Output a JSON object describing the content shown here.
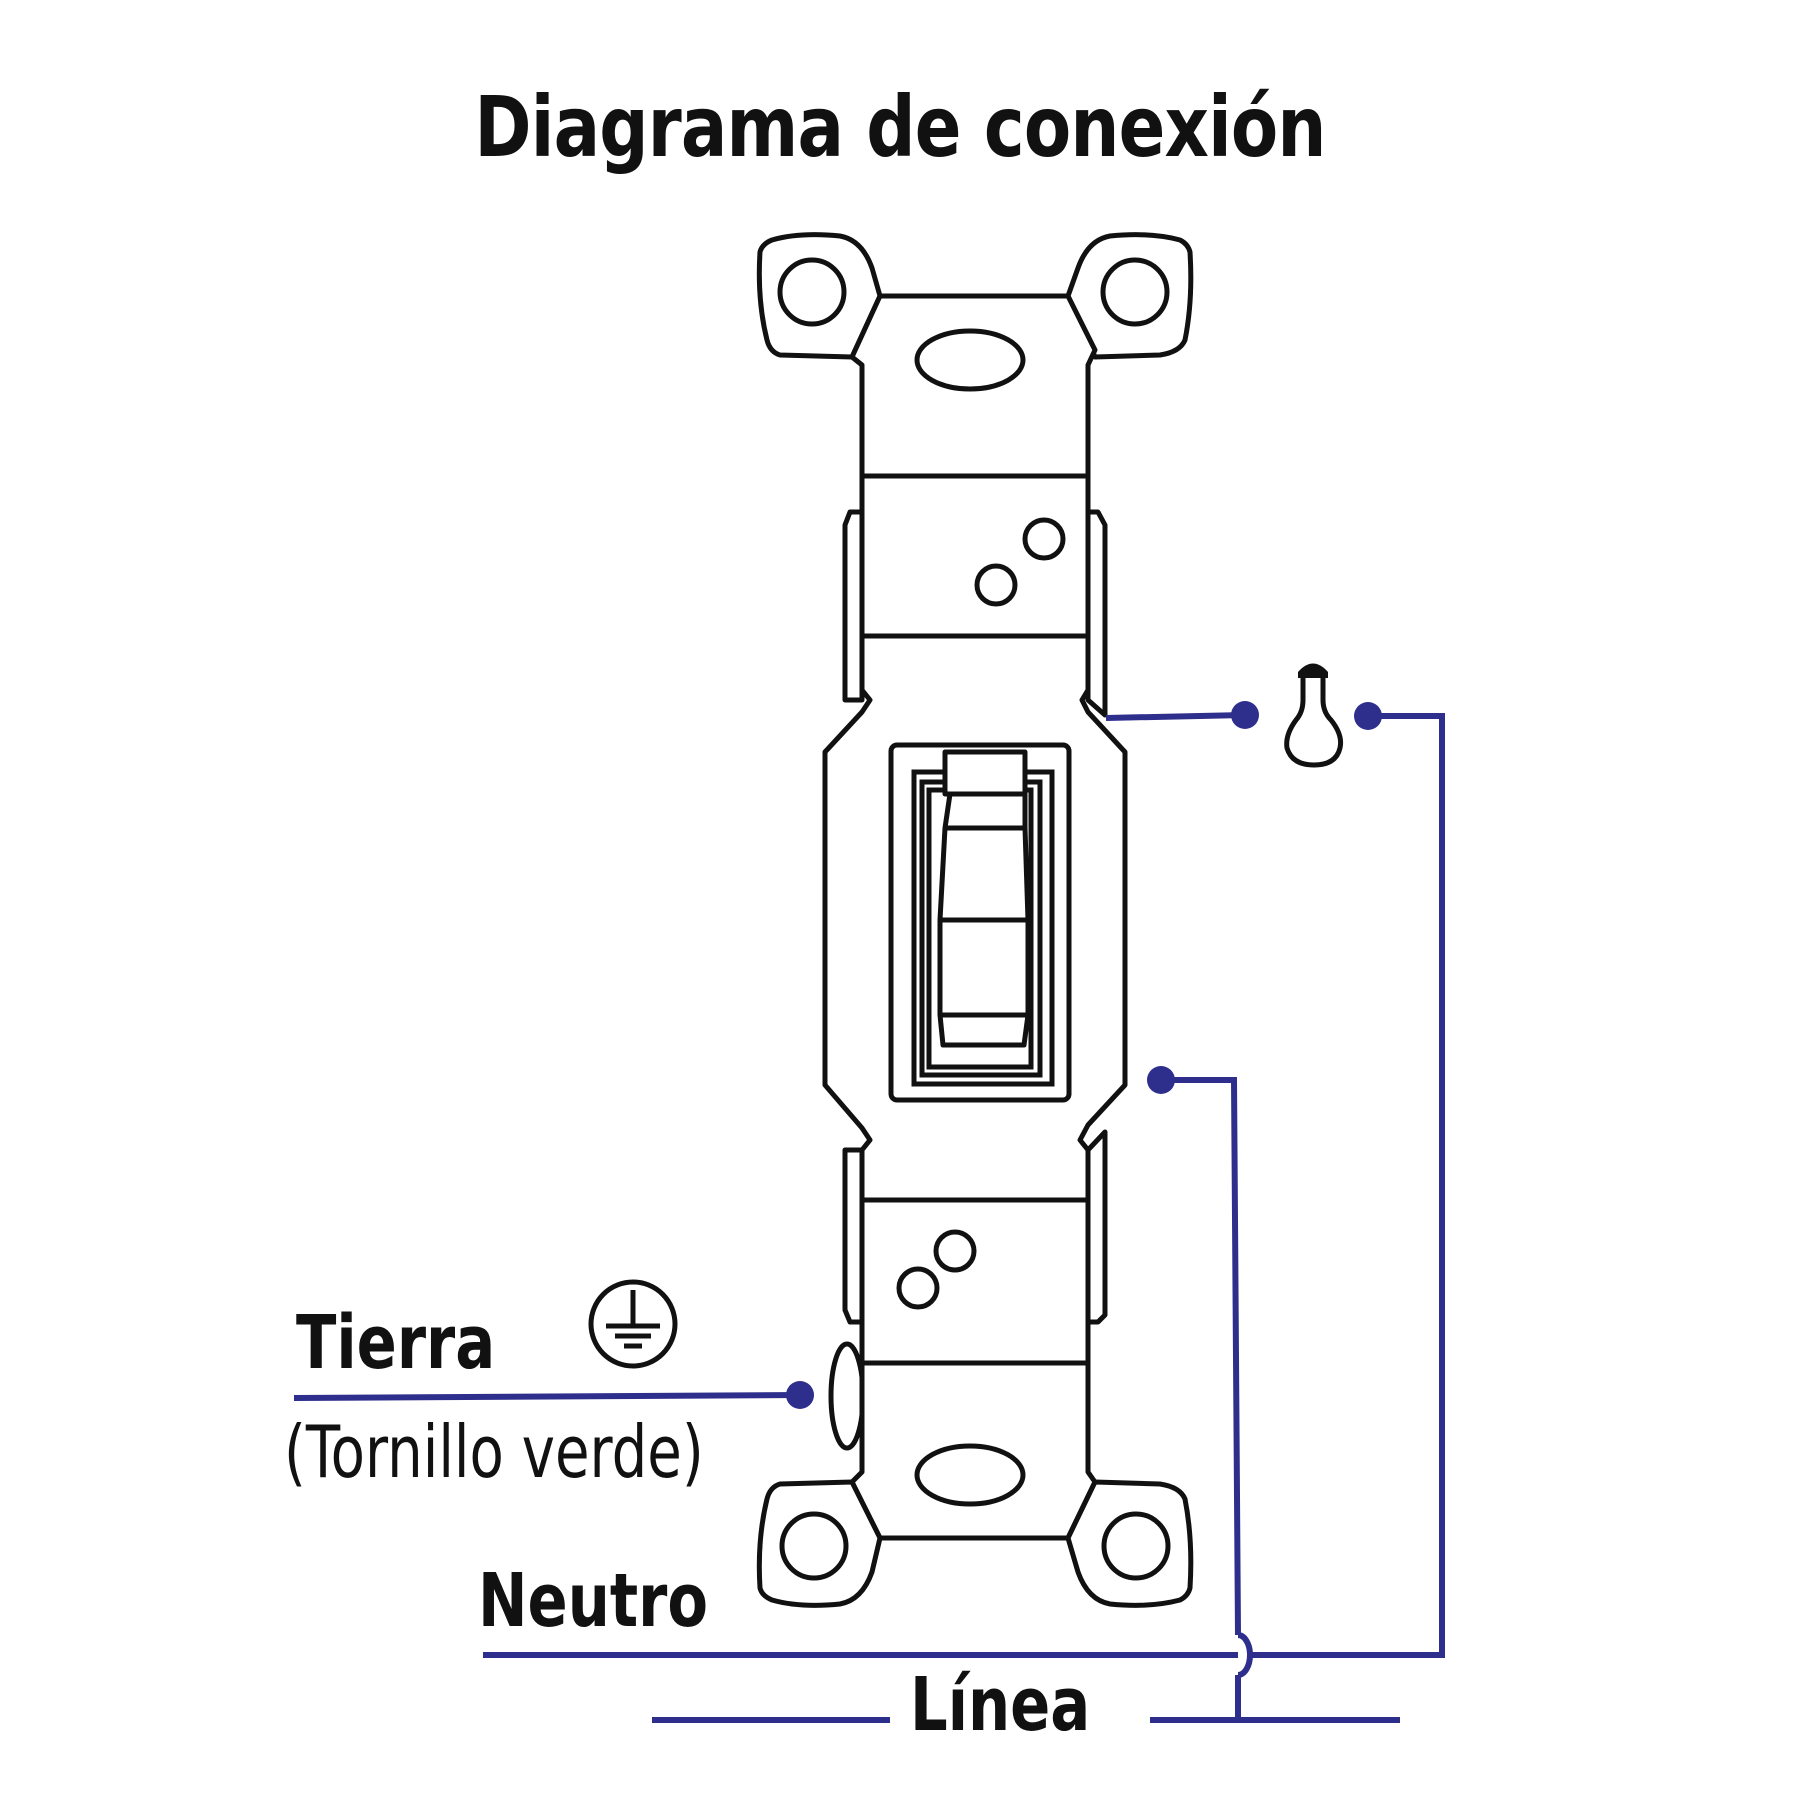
{
  "diagram": {
    "title": "Diagrama de conexión",
    "labels": {
      "ground": "Tierra",
      "ground_note": "(Tornillo verde)",
      "neutral": "Neutro",
      "line": "Línea"
    },
    "icons": {
      "ground_symbol": "ground-icon",
      "lamp_symbol": "light-bulb-icon"
    },
    "colors": {
      "wire": "#2e2e8c",
      "outline": "#111111",
      "background": "#ffffff"
    }
  }
}
